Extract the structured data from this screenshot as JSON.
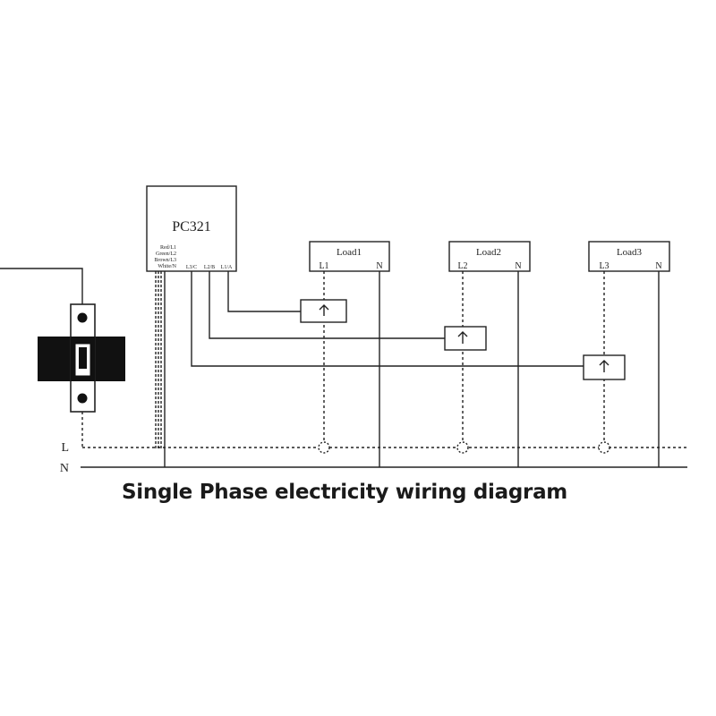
{
  "device": {
    "name": "PC321",
    "wire_labels": [
      "Red/L1",
      "Green/L2",
      "Brown/L3",
      "White/N"
    ],
    "ct_terminals": [
      "L3/C",
      "L2/B",
      "L1/A"
    ]
  },
  "loads": [
    {
      "name": "Load1",
      "line_terminal": "L1",
      "neutral_terminal": "N"
    },
    {
      "name": "Load2",
      "line_terminal": "L2",
      "neutral_terminal": "N"
    },
    {
      "name": "Load3",
      "line_terminal": "L3",
      "neutral_terminal": "N"
    }
  ],
  "bus": {
    "live_label": "L",
    "neutral_label": "N"
  },
  "caption": "Single Phase electricity wiring diagram",
  "colors": {
    "line": "#222222",
    "breaker_body": "#111111",
    "background": "#ffffff"
  }
}
